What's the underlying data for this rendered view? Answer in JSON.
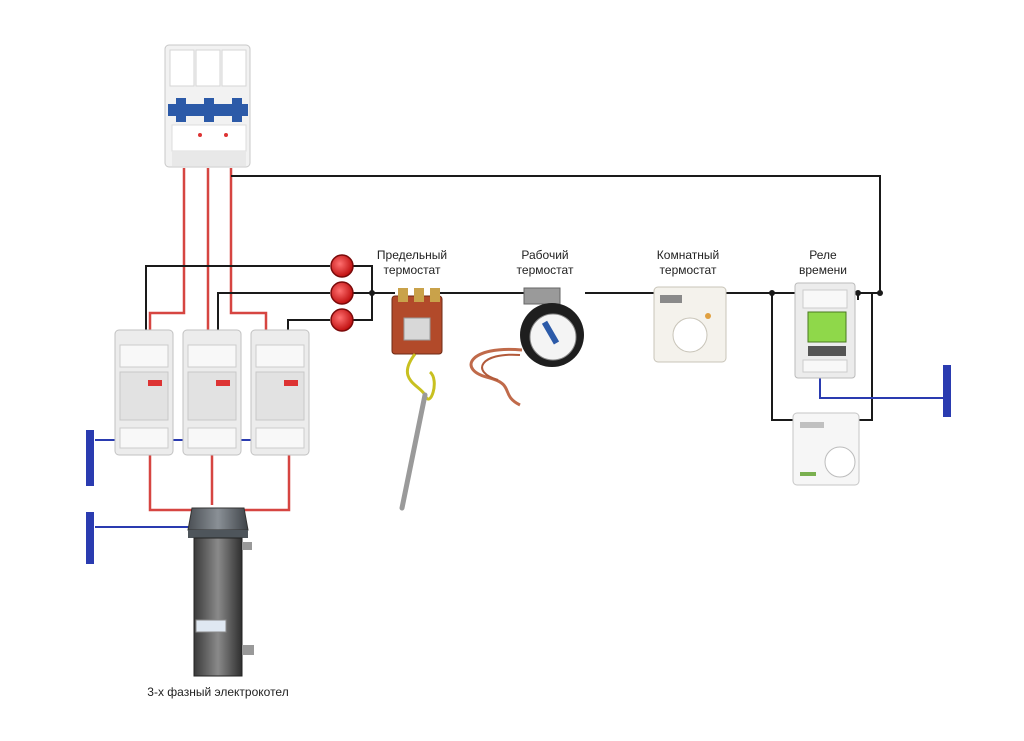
{
  "labels": {
    "limit_thermostat": [
      "Предельный",
      "термостат"
    ],
    "working_thermostat": [
      "Рабочий",
      "термостат"
    ],
    "room_thermostat": [
      "Комнатный",
      "термостат"
    ],
    "time_relay": [
      "Реле",
      "времени"
    ],
    "boiler": "3-х фазный электрокотел"
  },
  "colors": {
    "phase_wire": "#d64541",
    "control_wire": "#1a1a1a",
    "neutral_wire": "#2a3bb0",
    "indicator_lamp": "#e02020"
  },
  "icons": {
    "breaker": "three-pole-circuit-breaker",
    "contactor": "modular-contactor",
    "lamp": "indicator-lamp",
    "ground": "neutral-busbar",
    "limit_thermostat": "capillary-limit-thermostat",
    "working_thermostat": "capillary-working-thermostat",
    "room_thermostat": "wall-room-thermostat",
    "time_relay": "din-timer-relay",
    "boiler": "electric-boiler"
  }
}
